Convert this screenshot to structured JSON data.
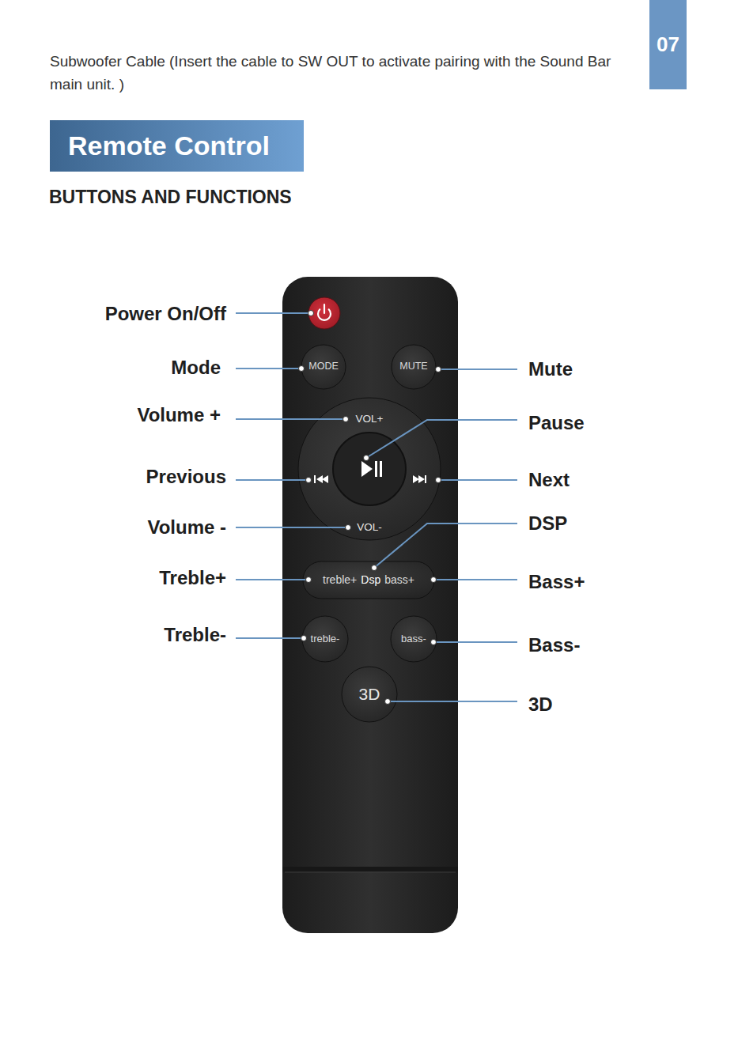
{
  "diagram": {
    "nodes": [
      {
        "text": [
          "07"
        ]
      },
      {
        "text": [
          "Remote Control"
        ]
      },
      {
        "text": [
          "MODE"
        ]
      },
      {
        "text": [
          "MUTE"
        ]
      },
      {
        "text": [
          "VOL+",
          "VOL-"
        ]
      },
      {
        "text": [
          "treble+",
          "Dsp",
          "bass+"
        ]
      },
      {
        "text": [
          "treble-"
        ]
      },
      {
        "text": [
          "bass-"
        ]
      },
      {
        "text": [
          "3D"
        ]
      }
    ],
    "labels": [
      "Subwoofer Cable (Insert the cable to SW OUT to activate pairing with the Sound Bar main unit. )",
      "BUTTONS AND FUNCTIONS",
      "Power On/Off",
      "Mode",
      "Volume +",
      "Previous",
      "Volume -",
      "Treble+",
      "Treble-",
      "Mute",
      "Pause",
      "Next",
      "DSP",
      "Bass+",
      "Bass-",
      "3D"
    ]
  }
}
